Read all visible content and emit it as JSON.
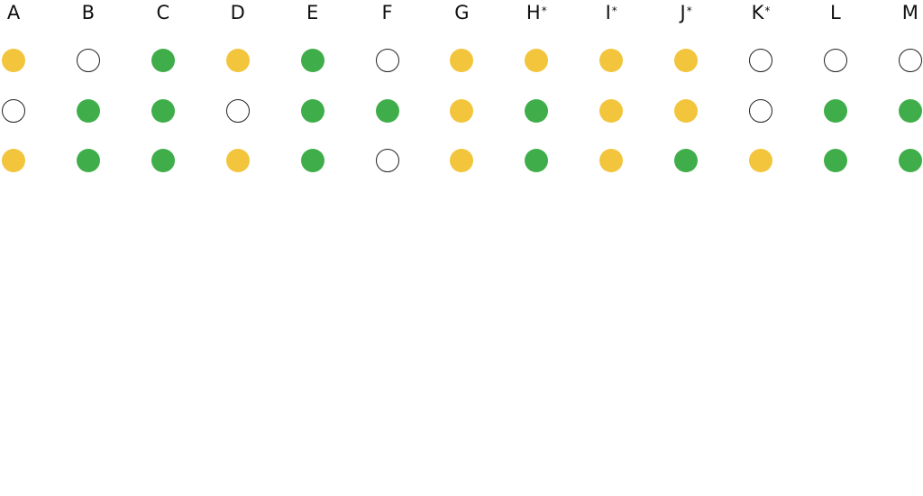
{
  "colors": {
    "yellow": "#F2C53D",
    "green": "#3FAE4A",
    "empty": "#FFFFFF",
    "outline": "#222222"
  },
  "columns": [
    {
      "label": "A",
      "marker": "",
      "dots": [
        "yellow",
        "empty",
        "yellow"
      ]
    },
    {
      "label": "B",
      "marker": "",
      "dots": [
        "empty",
        "green",
        "green"
      ]
    },
    {
      "label": "C",
      "marker": "",
      "dots": [
        "green",
        "green",
        "green"
      ]
    },
    {
      "label": "D",
      "marker": "",
      "dots": [
        "yellow",
        "empty",
        "yellow"
      ]
    },
    {
      "label": "E",
      "marker": "",
      "dots": [
        "green",
        "green",
        "green"
      ]
    },
    {
      "label": "F",
      "marker": "",
      "dots": [
        "empty",
        "green",
        "empty"
      ]
    },
    {
      "label": "G",
      "marker": "",
      "dots": [
        "yellow",
        "yellow",
        "yellow"
      ]
    },
    {
      "label": "H",
      "marker": "*",
      "dots": [
        "yellow",
        "green",
        "green"
      ]
    },
    {
      "label": "I",
      "marker": "*",
      "dots": [
        "yellow",
        "yellow",
        "yellow"
      ]
    },
    {
      "label": "J",
      "marker": "*",
      "dots": [
        "yellow",
        "yellow",
        "green"
      ]
    },
    {
      "label": "K",
      "marker": "*",
      "dots": [
        "empty",
        "empty",
        "yellow"
      ]
    },
    {
      "label": "L",
      "marker": "",
      "dots": [
        "empty",
        "green",
        "green"
      ]
    },
    {
      "label": "M",
      "marker": "",
      "dots": [
        "empty",
        "green",
        "green"
      ]
    }
  ]
}
